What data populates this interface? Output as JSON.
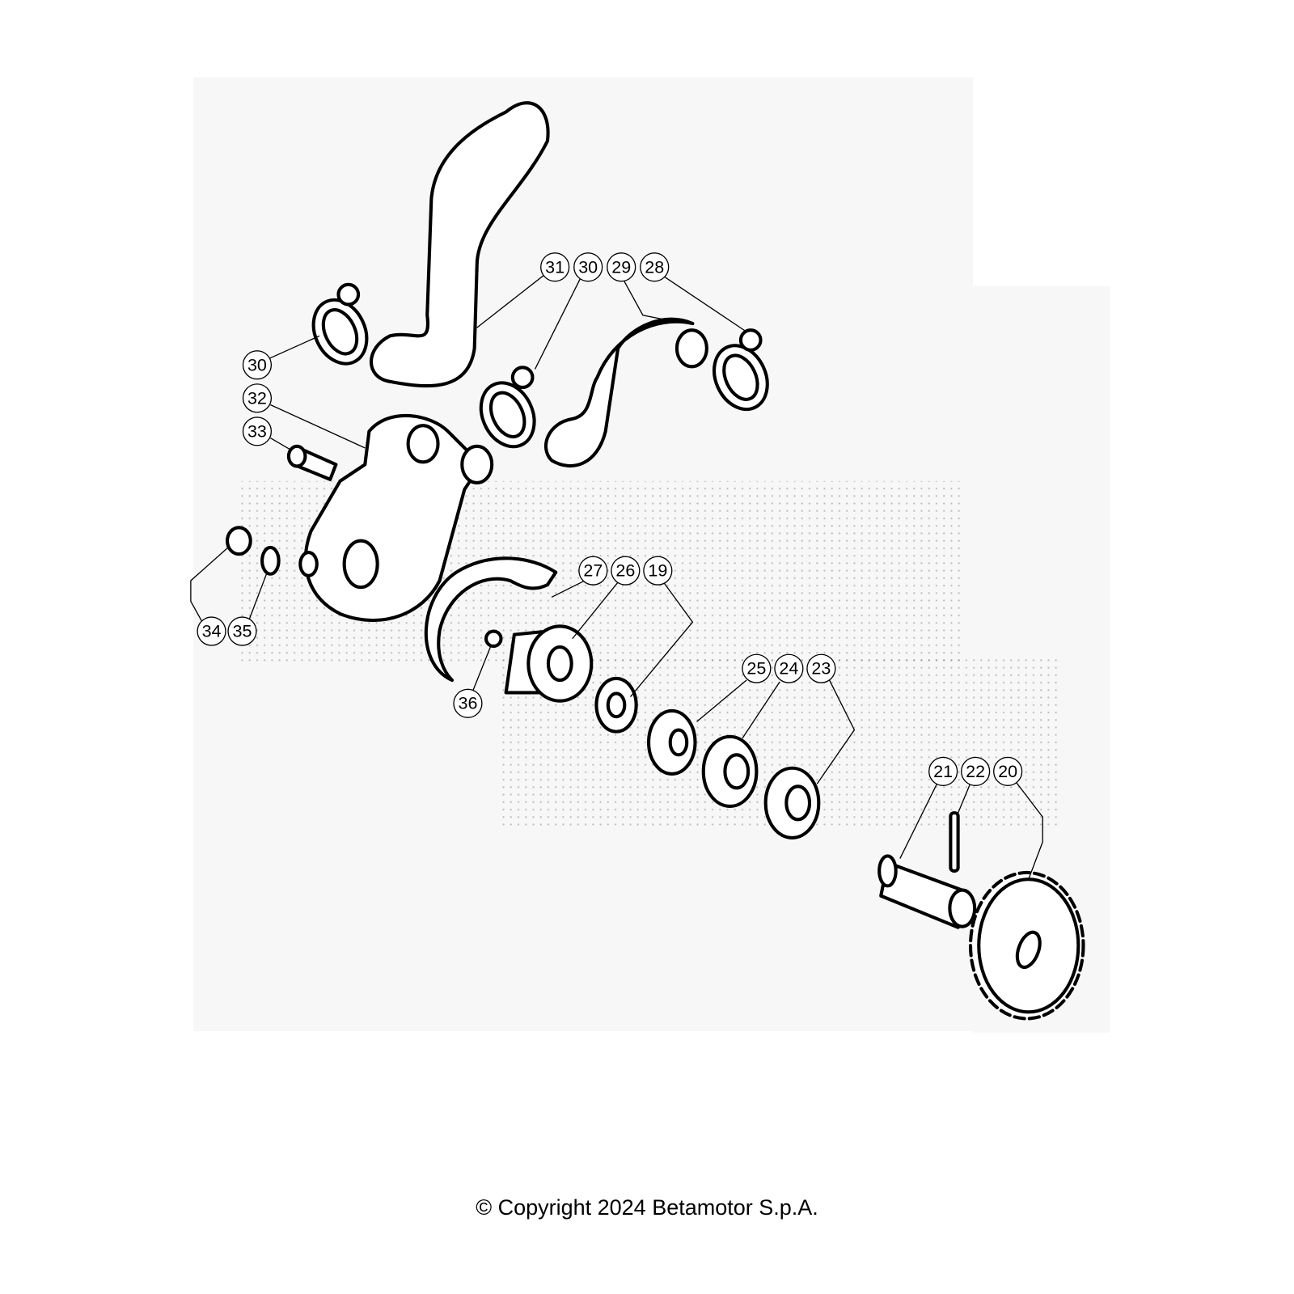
{
  "diagram": {
    "callouts": [
      "31",
      "30",
      "29",
      "28",
      "30",
      "32",
      "33",
      "34",
      "35",
      "27",
      "26",
      "19",
      "36",
      "25",
      "24",
      "23",
      "21",
      "22",
      "20"
    ]
  },
  "footer": {
    "copyright": "© Copyright 2024 Betamotor S.p.A."
  },
  "colors": {
    "line": "#000000",
    "background": "#ffffff",
    "watermark": "#f3f3f3"
  }
}
